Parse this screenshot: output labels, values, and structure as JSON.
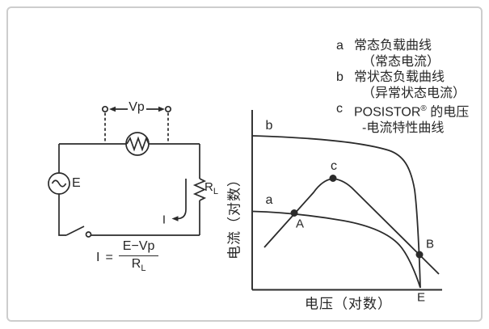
{
  "figure": {
    "background": "#ffffff",
    "border_color": "#cdcdcd",
    "ink_color": "#2b2b2b"
  },
  "legend": {
    "items": [
      {
        "marker": "a",
        "line1": "常态负载曲线",
        "line2": "（常态电流）"
      },
      {
        "marker": "b",
        "line1": "常状态负载曲线",
        "line2": "（异常状态电流）"
      },
      {
        "marker": "c",
        "line1_name": "POSISTOR",
        "line1_reg": "®",
        "line1_rest": " 的电压",
        "line2": "-电流特性曲线"
      }
    ]
  },
  "circuit": {
    "vp_label": "Vp",
    "source_label": "E",
    "load_label": "R",
    "load_label_sub": "L",
    "current_label": "I",
    "formula": {
      "lhs": "I",
      "eq": "=",
      "numerator": "E−Vp",
      "denominator": "R",
      "denominator_sub": "L"
    }
  },
  "chart": {
    "y_axis_label": "电流（对数）",
    "x_axis_label": "电压（对数）",
    "curve_label_a": "a",
    "curve_label_b": "b",
    "curve_label_c": "c",
    "point_label_A": "A",
    "point_label_B": "B",
    "point_label_E": "E"
  },
  "chart_data": {
    "type": "line",
    "xlabel": "电压（对数）",
    "ylabel": "电流（对数）",
    "axes": "qualitative log-log axes, no tick values shown",
    "series": [
      {
        "name": "a 常态负载曲线（常态电流）",
        "shape": "starts mid-left, declines gently, bends down to E on the x-axis",
        "points_norm": [
          [
            0.0,
            0.44
          ],
          [
            0.22,
            0.43
          ],
          [
            0.55,
            0.35
          ],
          [
            0.78,
            0.25
          ],
          [
            0.86,
            0.15
          ],
          [
            0.885,
            0.01
          ]
        ]
      },
      {
        "name": "b 常状态负载曲线（异常状态电流）",
        "shape": "starts high at left, nearly flat, steep knee then vertical drop to E",
        "points_norm": [
          [
            0.0,
            0.86
          ],
          [
            0.5,
            0.81
          ],
          [
            0.72,
            0.77
          ],
          [
            0.83,
            0.65
          ],
          [
            0.87,
            0.4
          ],
          [
            0.885,
            0.01
          ]
        ]
      },
      {
        "name": "c POSISTOR® 的电压-电流特性曲线",
        "shape": "rises from lower left through A, peaks at c, descends through B beyond E",
        "points_norm": [
          [
            0.06,
            0.24
          ],
          [
            0.22,
            0.43
          ],
          [
            0.43,
            0.62
          ],
          [
            0.63,
            0.42
          ],
          [
            0.88,
            0.19
          ],
          [
            0.98,
            0.09
          ]
        ]
      }
    ],
    "marked_points": [
      {
        "label": "A",
        "meaning": "intersection of curves a and c",
        "norm": [
          0.22,
          0.43
        ]
      },
      {
        "label": "c",
        "meaning": "peak of POSISTOR curve",
        "norm": [
          0.43,
          0.62
        ]
      },
      {
        "label": "B",
        "meaning": "intersection of curves b and c",
        "norm": [
          0.88,
          0.19
        ]
      },
      {
        "label": "E",
        "meaning": "source voltage point on x-axis",
        "norm": [
          0.885,
          0.0
        ]
      }
    ]
  }
}
